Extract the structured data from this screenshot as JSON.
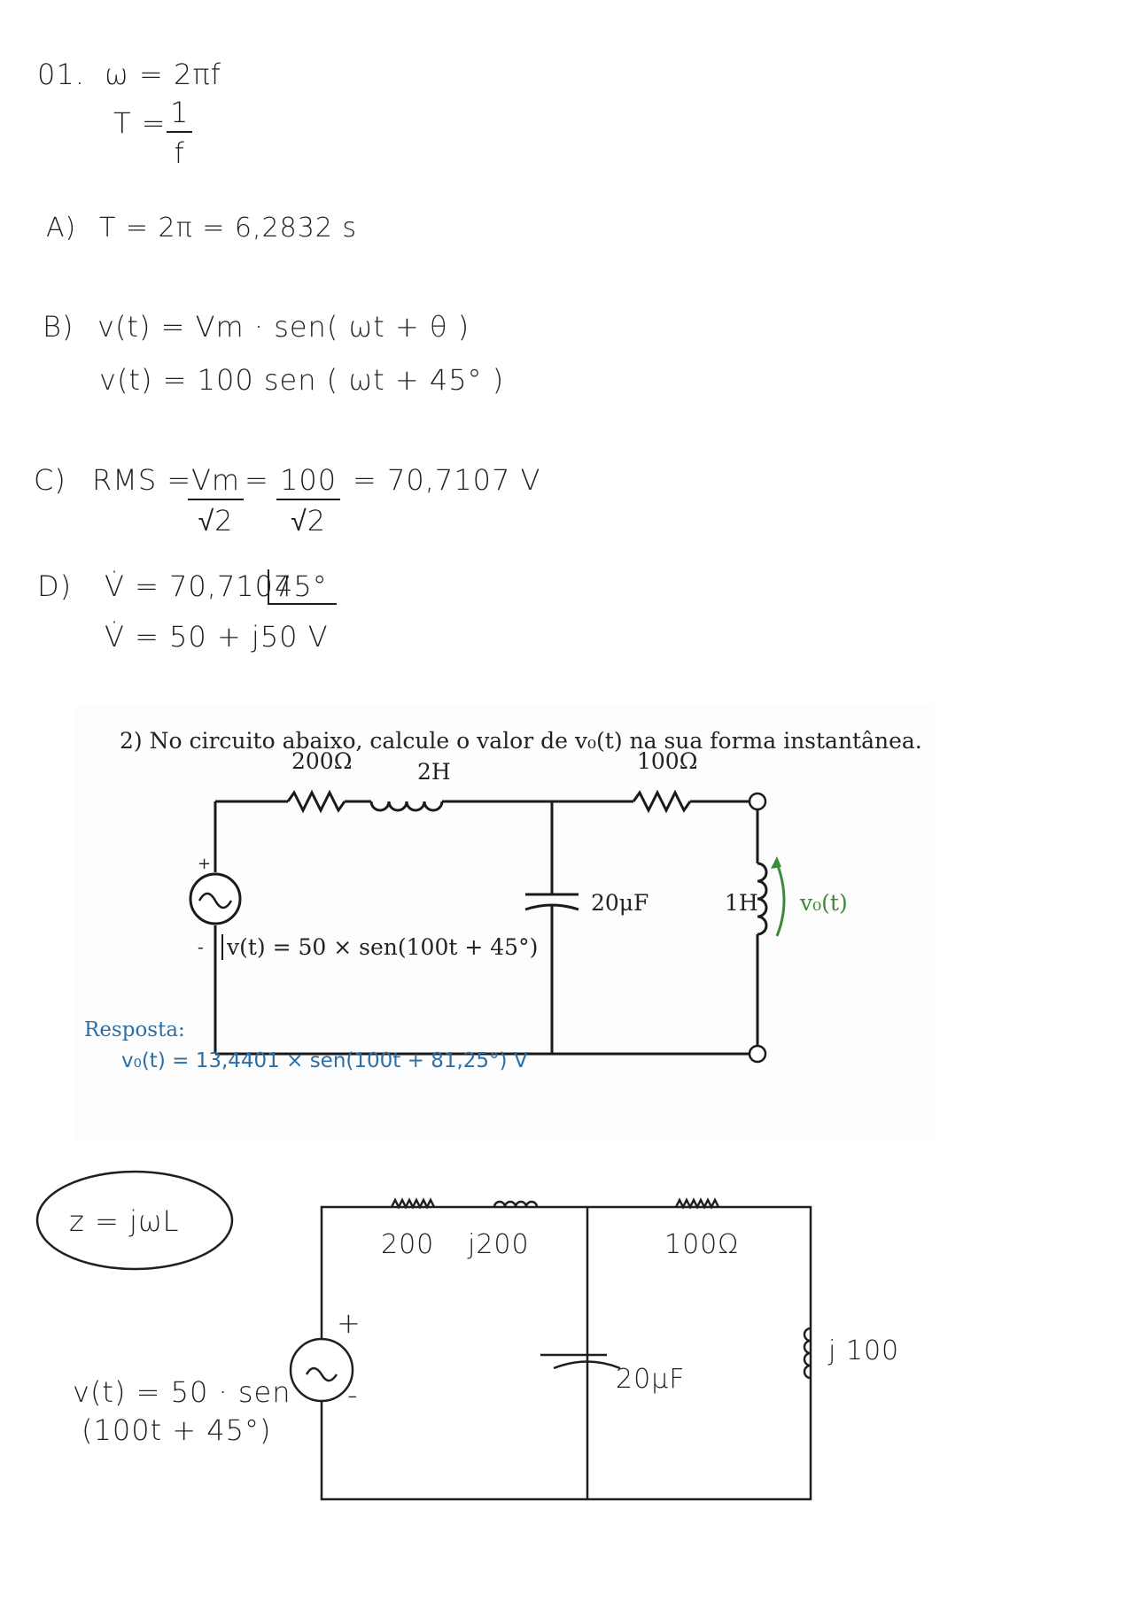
{
  "q1": {
    "number": "01.",
    "omega_formula": "ω = 2πf",
    "period_lhs": "T =",
    "period_num": "1",
    "period_den": "f",
    "a_label": "A)",
    "a_text": "T = 2π = 6,2832 s",
    "b_label": "B)",
    "b_line1": "v(t) = Vm · sen( ωt + θ )",
    "b_line2": "v(t) = 100 sen ( ωt + 45° )",
    "c_label": "C)",
    "c_rms": "RMS =",
    "c_frac1_num": "Vm",
    "c_frac1_den": "√2",
    "c_eq1": "=",
    "c_frac2_num": "100",
    "c_frac2_den": "√2",
    "c_result": "= 70,7107 V",
    "d_label": "D)",
    "d_line1": "V̇ = 70,7107",
    "d_angle": "45°",
    "d_line2": "V̇ = 50 + j50 V"
  },
  "q2": {
    "statement": "2)  No circuito abaixo, calcule o valor de v₀(t) na sua forma instantânea.",
    "r1": "200Ω",
    "l1": "2H",
    "r2": "100Ω",
    "cap": "20μF",
    "l2": "1H",
    "vout": "v₀(t)",
    "plus": "+",
    "minus": "-",
    "source": "v(t) = 50 × sen(100t + 45°)",
    "answer_label": "Resposta:",
    "answer": "v₀(t) = 13,4401 × sen(100t + 81,25°) V"
  },
  "work": {
    "impedance_note": "z = jωL",
    "r1": "200",
    "l1": "j200",
    "r2": "100Ω",
    "cap": "20μF",
    "l2": "j 100",
    "plus": "+",
    "minus": "-",
    "source_line1": "v(t) = 50 · sen",
    "source_line2": "(100t + 45°)"
  },
  "colors": {
    "ink": "#1f1f1f",
    "vout_green": "#3a8a3a",
    "answer_blue": "#2c6fa6"
  }
}
